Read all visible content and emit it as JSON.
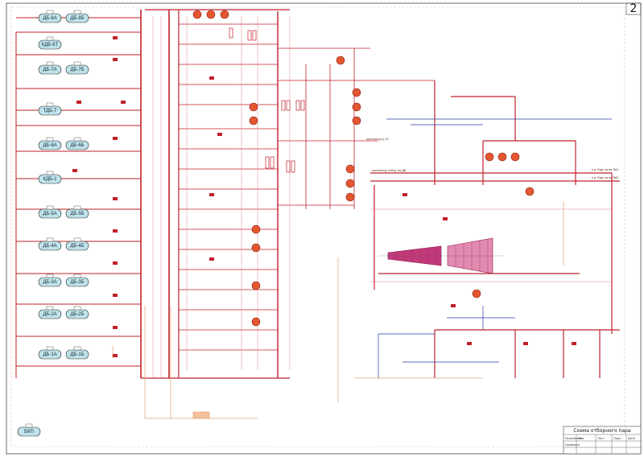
{
  "sheet_number": "2",
  "title_block": {
    "title": "Схема отборного пара",
    "cells": [
      "Разработал",
      "Проверил",
      "Изм.",
      "Лист",
      "Подп.",
      "Дата"
    ]
  },
  "tanks_left": [
    {
      "labels": [
        "ДБ-8А",
        "ДБ-8Б"
      ]
    },
    {
      "labels": [
        "КДБ-6Т"
      ]
    },
    {
      "labels": [
        "ДБ-7А",
        "ДБ-7Б"
      ]
    },
    {
      "labels": [
        "ТДБ-7"
      ]
    },
    {
      "labels": [
        "ДБ-6А",
        "ДБ-6Б"
      ]
    },
    {
      "labels": [
        "КДБ-1"
      ]
    },
    {
      "labels": [
        "ДБ-5А",
        "ДБ-5Б"
      ]
    },
    {
      "labels": [
        "ДБ-4А",
        "ДБ-4Б"
      ]
    },
    {
      "labels": [
        "ДБ-3А",
        "ДБ-3Б"
      ]
    },
    {
      "labels": [
        "ДБ-2А",
        "ДБ-2Б"
      ]
    },
    {
      "labels": [
        "ДБ-1А",
        "ДБ-1Б"
      ]
    }
  ],
  "bottom_tank": "БКП",
  "line_labels": {
    "mid": "коллектор р.13",
    "right1": "коллектор отбор на ДБ",
    "out1": "к р. Бар на на №1",
    "out2": "к р. Бар на на №2"
  },
  "colors": {
    "steam": "#c0202a",
    "steam_light": "#e0808a",
    "water": "#2a3aa8",
    "condensate": "#e0a070",
    "tank_fill": "#bfe3ea",
    "turbine_hp": "#c23a7a",
    "turbine_lp": "#e28ab0"
  }
}
